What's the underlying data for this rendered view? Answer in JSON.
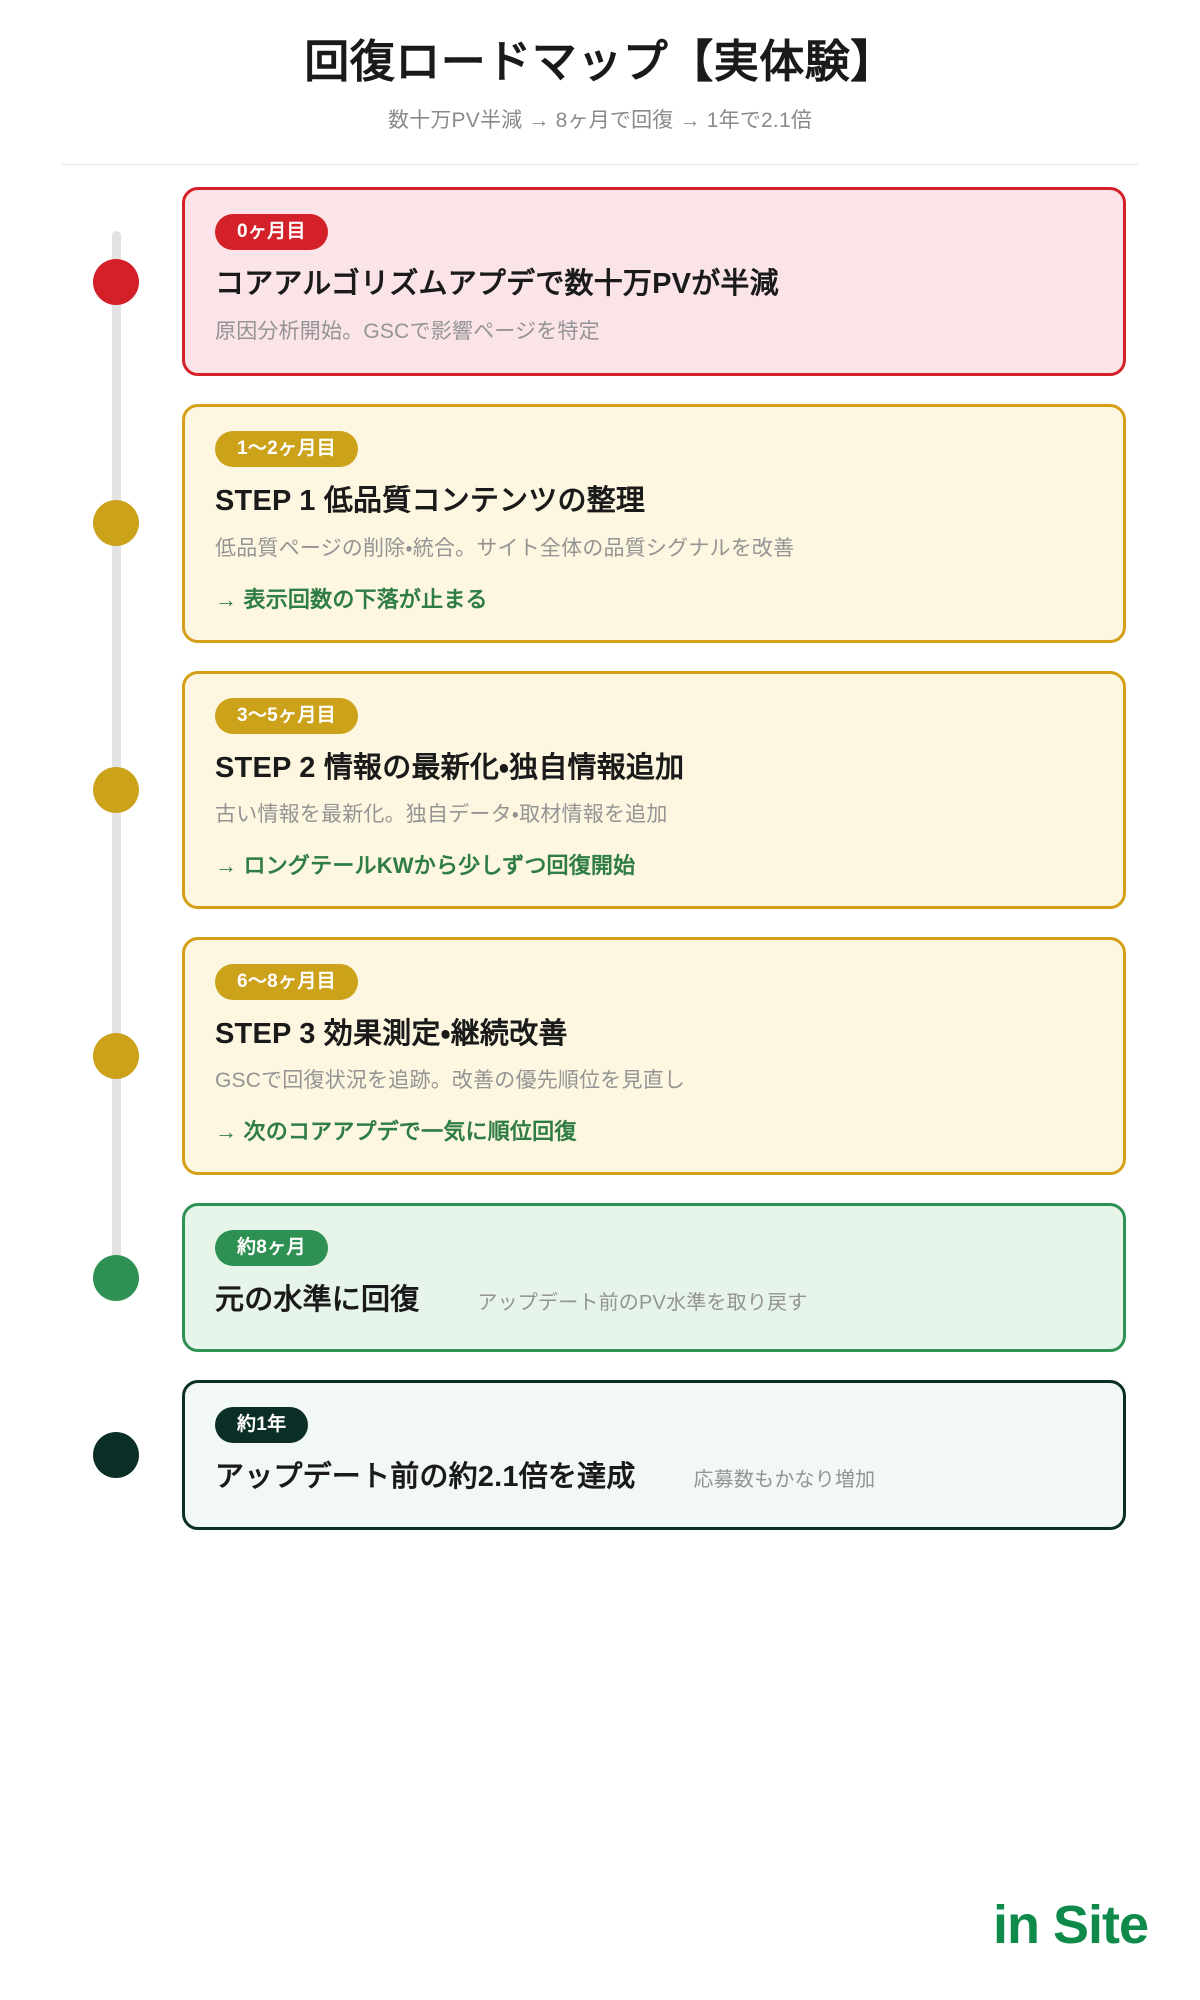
{
  "header": {
    "title": "回復ロードマップ【実体験】",
    "subtitle": "数十万PV半減 → 8ヶ月で回復 → 1年で2.1倍"
  },
  "colors": {
    "red": "#d32029",
    "red_border": "#d32029",
    "red_bg": "#fbe4e8",
    "amber": "#ccA21b",
    "amber_border": "#d5a017",
    "amber_bg": "#fdf6e0",
    "green": "#2e9153",
    "green_border": "#2f9254",
    "green_bg": "#e6f4ea",
    "dark": "#0b2f26",
    "dark_border": "#0b2f26",
    "dark_bg": "#f2f8f6",
    "result_text": "#2f7d45",
    "rail": "#e3e3e3",
    "logo": "#0f8a4a"
  },
  "timeline": {
    "items": [
      {
        "badge": "0ヶ月目",
        "title": "コアアルゴリズムアプデで数十万PVが半減",
        "desc": "原因分析開始。GSCで影響ページを特定",
        "result": "",
        "theme": "red",
        "layout": "stacked"
      },
      {
        "badge": "1〜2ヶ月目",
        "title": "STEP 1 低品質コンテンツの整理",
        "desc": "低品質ページの削除・統合。サイト全体の品質シグナルを改善",
        "result": "→ 表示回数の下落が止まる",
        "theme": "amber",
        "layout": "stacked"
      },
      {
        "badge": "3〜5ヶ月目",
        "title": "STEP 2 情報の最新化・独自情報追加",
        "desc": "古い情報を最新化。独自データ・取材情報を追加",
        "result": "→ ロングテールKWから少しずつ回復開始",
        "theme": "amber",
        "layout": "stacked"
      },
      {
        "badge": "6〜8ヶ月目",
        "title": "STEP 3 効果測定・継続改善",
        "desc": "GSCで回復状況を追跡。改善の優先順位を見直し",
        "result": "→ 次のコアアプデで一気に順位回復",
        "theme": "amber",
        "layout": "stacked"
      },
      {
        "badge": "約8ヶ月",
        "title": "元の水準に回復",
        "desc": "アップデート前のPV水準を取り戻す",
        "result": "",
        "theme": "green",
        "layout": "inline"
      },
      {
        "badge": "約1年",
        "title": "アップデート前の約2.1倍を達成",
        "desc": "応募数もかなり増加",
        "result": "",
        "theme": "dark",
        "layout": "inline"
      }
    ]
  },
  "logo": {
    "in": "in",
    "site": "Site"
  }
}
